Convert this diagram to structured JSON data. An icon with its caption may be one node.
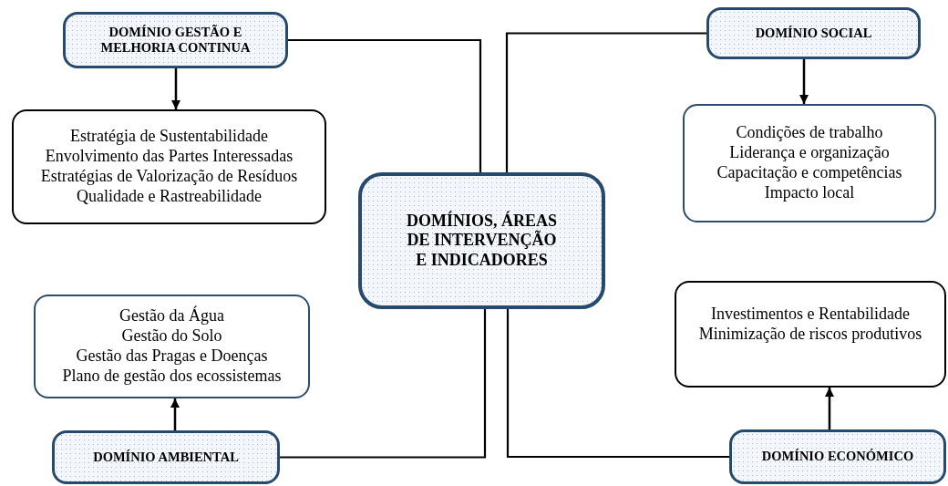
{
  "diagram": {
    "nodes": [
      {
        "text": [
          "DOMÍNIO GESTÃO E MELHORIA CONTINUA"
        ]
      },
      {
        "text": [
          "Estratégia de Sustentabilidade",
          "Envolvimento das Partes Interessadas",
          "Estratégias de Valorização de Resíduos",
          "Qualidade e Rastreabilidade"
        ]
      },
      {
        "text": [
          "DOMÍNIO SOCIAL"
        ]
      },
      {
        "text": [
          "Condições de trabalho",
          "Liderança e organização",
          "Capacitação e competências",
          "Impacto local"
        ]
      },
      {
        "text": [
          "DOMÍNIOS, ÁREAS DE INTERVENÇÃO E INDICADORES"
        ]
      },
      {
        "text": [
          "Gestão da Água",
          "Gestão do Solo",
          "Gestão das Pragas e Doenças",
          "Plano de gestão dos ecossistemas"
        ]
      },
      {
        "text": [
          "DOMÍNIO AMBIENTAL"
        ]
      },
      {
        "text": [
          "Investimentos e Rentabilidade",
          "Minimização de riscos produtivos"
        ]
      },
      {
        "text": [
          "DOMÍNIO ECONÓMICO"
        ]
      }
    ],
    "edges": [
      {
        "from": 4,
        "to": 0,
        "arrow": "none"
      },
      {
        "from": 4,
        "to": 2,
        "arrow": "none"
      },
      {
        "from": 4,
        "to": 6,
        "arrow": "none"
      },
      {
        "from": 4,
        "to": 8,
        "arrow": "none"
      },
      {
        "from": 0,
        "to": 1,
        "arrow": "to"
      },
      {
        "from": 2,
        "to": 3,
        "arrow": "to"
      },
      {
        "from": 6,
        "to": 5,
        "arrow": "to"
      },
      {
        "from": 8,
        "to": 7,
        "arrow": "to"
      }
    ]
  }
}
